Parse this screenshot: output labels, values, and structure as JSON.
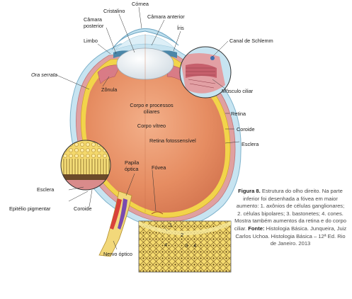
{
  "labels": {
    "cornea": "Córnea",
    "crystalline": "Cristalino",
    "posterior_chamber_1": "Câmara",
    "posterior_chamber_2": "posterior",
    "anterior_chamber": "Câmara anterior",
    "iris": "Íris",
    "schlemm": "Canal de Schlemm",
    "limbus": "Limbo",
    "ora_serrata": "Ora serrata",
    "zonula": "Zônula",
    "ciliary_muscle": "Músculo ciliar",
    "ciliary_body_1": "Corpo e processos",
    "ciliary_body_2": "ciliares",
    "vitreous": "Corpo vítreo",
    "retina": "Retina",
    "choroid": "Coroide",
    "sclera": "Esclera",
    "photosensitive_retina": "Retina fotossensível",
    "optic_papilla_1": "Papila",
    "optic_papilla_2": "óptica",
    "fovea": "Fóvea",
    "sclera_left": "Esclera",
    "pigment_epithelium": "Epitélio pigmentar",
    "choroid_left": "Coroide",
    "optic_nerve": "Nervo óptico"
  },
  "inset_numbers": [
    "1",
    "2",
    "3",
    "4",
    "4"
  ],
  "caption": {
    "figure": "Figura 8.",
    "text": "Estrutura do olho direito. Na parte inferior foi desenhada a fóvea em maior aumento: 1. axônios de células ganglionares; 2. células bipolares; 3. bastonetes; 4. cones. Mostra também aumentos da retina e do corpo ciliar.",
    "source_label": "Fonte:",
    "source": "Histologia Básica. Junqueira, Juiz Carlos Uchoa. Histologia Básica – 12ª Ed. Rio de Janeiro. 2013"
  },
  "colors": {
    "vitreous": "#e58b63",
    "sclera": "#bfe0ef",
    "lens": "#e8eef2",
    "retina_yellow": "#f4d63a",
    "choroid_pink": "#d9868a",
    "nerve": "#f2d87a"
  }
}
